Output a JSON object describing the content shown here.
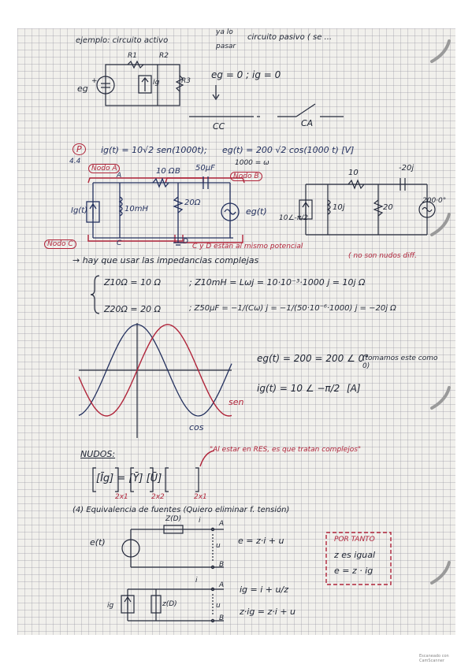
{
  "header": {
    "title": "ejemplo: circuito activo",
    "arrow_top": "ya lo",
    "arrow_bottom": "pasar",
    "title_rest": "circuito pasivo ( se ...",
    "r1": "R1",
    "r2": "R2",
    "r3": "R3",
    "source_eg": "eg",
    "plus": "+",
    "source_ig": "Ig",
    "condition": "eg = 0  ;  ig = 0",
    "cc": "CC",
    "ca": "CA"
  },
  "problem": {
    "badge": "P",
    "badge_sub": "4.4",
    "ig": "ig(t) = 10√2 sen(1000t);",
    "eg": "eg(t) = 200 √2 cos(1000 t) [V]",
    "omega": "1000 = ω",
    "nodo_a": "Nodo A",
    "nodo_b": "Nodo B",
    "nodo_c": "Nodo C",
    "l_label": "10 Ω",
    "b_label": "B",
    "cap_label": "50μF",
    "l_val": "10mH",
    "r_val": "20Ω",
    "a_label": "A",
    "c_label": "C",
    "d_label": "D",
    "ig_label": "Ig(t)",
    "eg_label": "eg(t)",
    "note": "C y D están al mismo potencial",
    "note2": "( no son nudos diff.",
    "rc_10": "10",
    "rc_10j": "10j",
    "rc_20": "20",
    "rc_m20j": "-20j",
    "rc_200": "200·0°",
    "rc_src": "10∠-π/2"
  },
  "impedance": {
    "intro": "→ hay que usar las impedancias complejas",
    "z10": "Z10Ω =  10 Ω",
    "zl": ";  Z10mH = Lωj = 10·10⁻³·1000 j = 10j Ω",
    "z20": "Z20Ω =  20 Ω",
    "zc": ";  Z50μF = −1/(Cω) j = −1/(50·10⁻⁶·1000) j = −20j Ω"
  },
  "phasor": {
    "eg": "eg(t) = 200 = 200 ∠ 0°",
    "eg_note": "(tomamos este como 0)",
    "ig": "ig(t) = 10 ∠ −π/2",
    "ig_unit": "[A]",
    "sen_label": "sen",
    "cos_label": "cos"
  },
  "nodos": {
    "title": "NUDOS:",
    "matrix": "[Īg] = [Ȳ] [Ū]",
    "dims": [
      "2x1",
      "2x2",
      "2x1"
    ],
    "note": "\"Al estar en RES, es que tratan complejos\""
  },
  "equiv": {
    "title": "(4) Equivalencia de fuentes (Quiero eliminar f. tensión)",
    "z_label": "Z(D)",
    "e_label": "e(t)",
    "a": "A",
    "b": "B",
    "i": "i",
    "u": "u",
    "eq1": "e = z·i + u",
    "eq2": "ig = i + u/z",
    "eq3": "z·ig = z·i + u",
    "ig_label": "ig",
    "z_label2": "z(D)",
    "box_title": "POR TANTO",
    "box_l1": "z es igual",
    "box_l2": "e = z · ig"
  },
  "footer": {
    "stamp": "Escaneado con CamScanner"
  }
}
